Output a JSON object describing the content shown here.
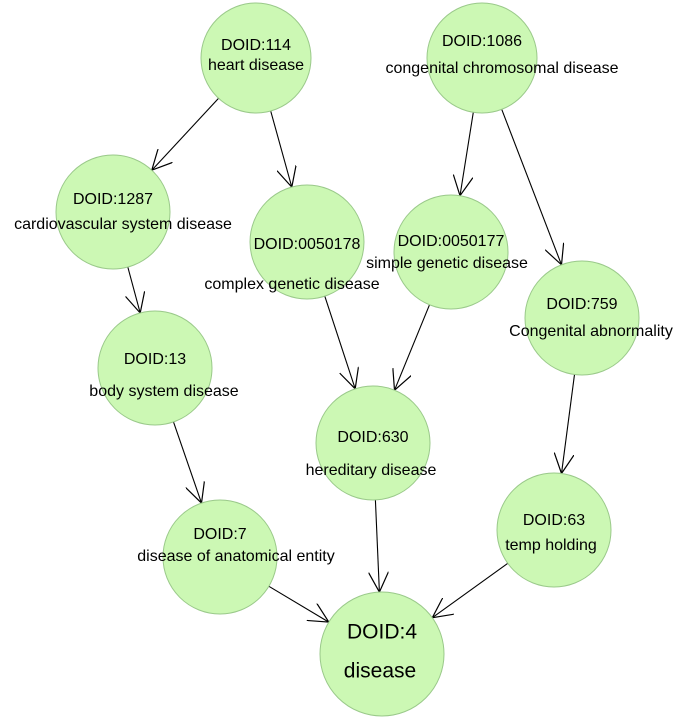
{
  "nodes": {
    "doid114": {
      "id": "DOID:114",
      "label": "heart disease"
    },
    "doid1086": {
      "id": "DOID:1086",
      "label": "congenital chromosomal disease"
    },
    "doid1287": {
      "id": "DOID:1287",
      "label": "cardiovascular system disease"
    },
    "doid0050178": {
      "id": "DOID:0050178",
      "label": "complex genetic disease"
    },
    "doid0050177": {
      "id": "DOID:0050177",
      "label": "simple genetic disease"
    },
    "doid759": {
      "id": "DOID:759",
      "label": "Congenital abnormality"
    },
    "doid13": {
      "id": "DOID:13",
      "label": "body system disease"
    },
    "doid630": {
      "id": "DOID:630",
      "label": "hereditary disease"
    },
    "doid7": {
      "id": "DOID:7",
      "label": "disease of anatomical entity"
    },
    "doid63": {
      "id": "DOID:63",
      "label": "temp holding"
    },
    "doid4": {
      "id": "DOID:4",
      "label": "disease"
    }
  },
  "edges": [
    [
      "doid114",
      "doid1287"
    ],
    [
      "doid114",
      "doid0050178"
    ],
    [
      "doid1086",
      "doid0050177"
    ],
    [
      "doid1086",
      "doid759"
    ],
    [
      "doid1287",
      "doid13"
    ],
    [
      "doid0050178",
      "doid630"
    ],
    [
      "doid0050177",
      "doid630"
    ],
    [
      "doid759",
      "doid63"
    ],
    [
      "doid13",
      "doid7"
    ],
    [
      "doid630",
      "doid4"
    ],
    [
      "doid7",
      "doid4"
    ],
    [
      "doid63",
      "doid4"
    ]
  ],
  "colors": {
    "node_fill": "#ccf8b4",
    "node_stroke": "#9ac98a",
    "edge": "#000000"
  }
}
